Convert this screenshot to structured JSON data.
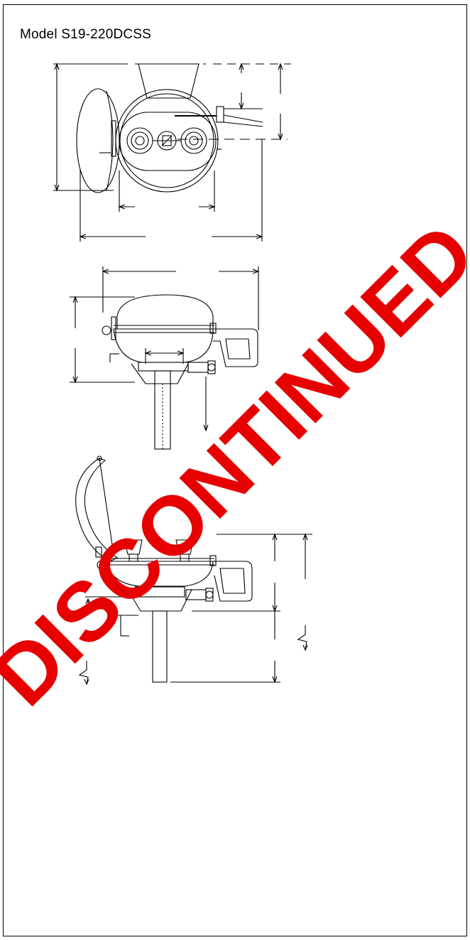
{
  "document": {
    "model_label": "Model S19-220DCSS",
    "watermark_text": "DISCONTINUED",
    "watermark_color": "#e60000",
    "line_color": "#000000"
  },
  "views": [
    {
      "name": "top-view"
    },
    {
      "name": "side-view"
    },
    {
      "name": "side-view-cover-open"
    }
  ]
}
